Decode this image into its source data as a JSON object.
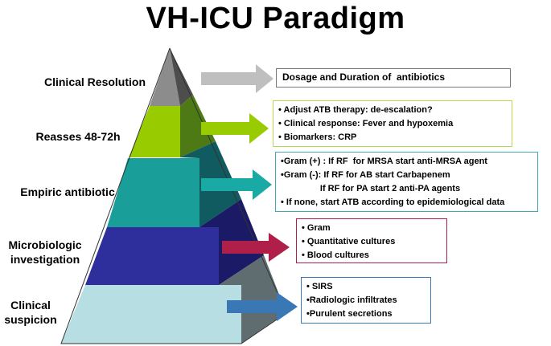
{
  "title": "VH-ICU Paradigm",
  "levels": [
    {
      "label": "Clinical Resolution",
      "color": "#8c8c8c",
      "arrow_color": "#bfbfbf",
      "box_border": "#777777",
      "items": [
        "Dosage and Duration of  antibiotics"
      ]
    },
    {
      "label": "Reasses  48-72h",
      "color": "#99cc00",
      "arrow_color": "#99cc00",
      "box_border": "#bcd94a",
      "items": [
        "• Adjust ATB therapy: de-escalation?",
        "• Clinical response: Fever and hypoxemia",
        "• Biomarkers: CRP"
      ]
    },
    {
      "label": "Empiric antibiotic",
      "color": "#1a9e9a",
      "arrow_color": "#1aaaa6",
      "box_border": "#3fa9b5",
      "items": [
        "•Gram (+) : If RF  for MRSA start anti-MRSA agent",
        "•Gram (-): If RF for AB start Carbapenem",
        "                If RF for PA start 2 anti-PA agents",
        "• If none, start ATB according to epidemiological data"
      ]
    },
    {
      "label": "Microbiologic\ninvestigation",
      "color": "#2e2e9c",
      "arrow_color": "#b01e4a",
      "box_border": "#b01e4a",
      "items": [
        "• Gram",
        "• Quantitative cultures",
        "• Blood cultures"
      ]
    },
    {
      "label": "Clinical\nsuspicion",
      "color": "#b7dfe3",
      "arrow_color": "#3a78b5",
      "box_border": "#3a78b5",
      "items": [
        "• SIRS",
        "•Radiologic infiltrates",
        "•Purulent secretions"
      ]
    }
  ]
}
